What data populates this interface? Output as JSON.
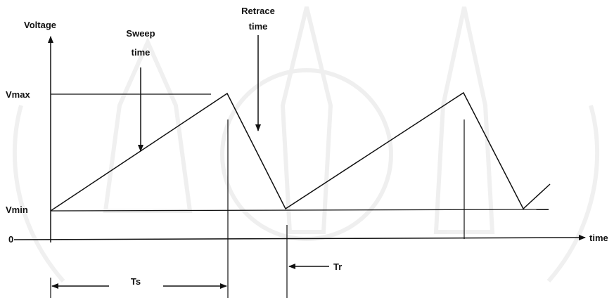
{
  "labels": {
    "voltage": "Voltage",
    "sweep_time_line1": "Sweep",
    "sweep_time_line2": "time",
    "retrace_time_line1": "Retrace",
    "retrace_time_line2": "time",
    "vmax": "Vmax",
    "vmin": "Vmin",
    "zero": "0",
    "time_axis": "time",
    "ts": "Ts",
    "tr": "Tr"
  },
  "colors": {
    "ink": "#111111",
    "watermark": "#6b6b6b"
  },
  "icons": {
    "watermark": "temple-seal-watermark-icon"
  }
}
